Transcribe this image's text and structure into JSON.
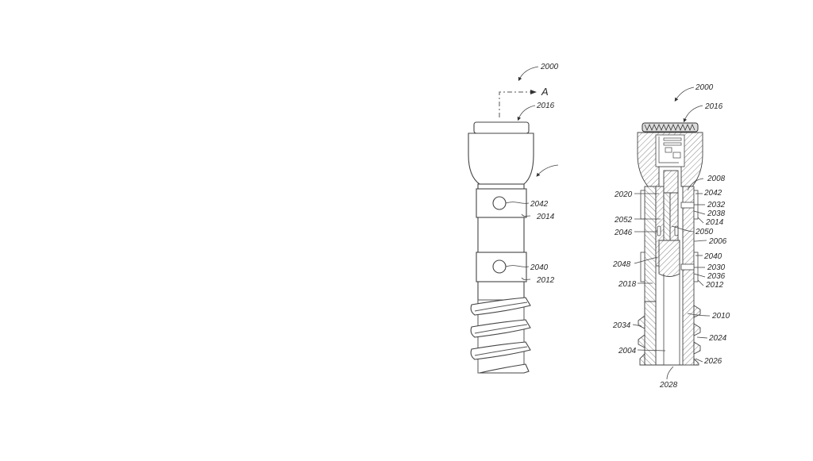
{
  "figure": {
    "type": "patent-drawing",
    "subject": "implant device, exterior view and cross-section"
  },
  "left_view": {
    "ref_main": "2000",
    "section_marker": "A",
    "labels": {
      "cap": "2016",
      "port_upper": "2042",
      "band_upper": "2014",
      "port_lower": "2040",
      "band_lower": "2012"
    }
  },
  "right_view": {
    "ref_main": "2000",
    "labels": {
      "cap": "2016",
      "l2008": "2008",
      "l2042": "2042",
      "l2032": "2032",
      "l2038": "2038",
      "l2014": "2014",
      "l2050": "2050",
      "l2006": "2006",
      "l2040": "2040",
      "l2030": "2030",
      "l2036": "2036",
      "l2012": "2012",
      "l2010": "2010",
      "l2024": "2024",
      "l2026": "2026",
      "l2028": "2028",
      "l2020": "2020",
      "l2052": "2052",
      "l2046": "2046",
      "l2048": "2048",
      "l2018": "2018",
      "l2034": "2034",
      "l2004": "2004"
    }
  }
}
